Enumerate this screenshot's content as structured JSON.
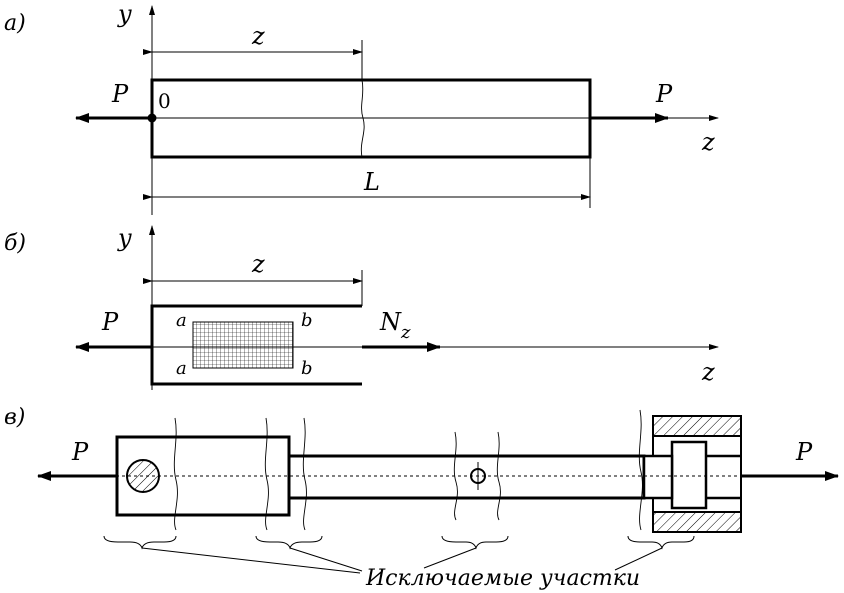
{
  "diagram_a": {
    "tag": "а)",
    "axis_y": "y",
    "axis_z": "z",
    "dim_z": "z",
    "dim_L": "L",
    "force_left": "P",
    "force_right": "P",
    "origin": "0"
  },
  "diagram_b": {
    "tag": "б)",
    "axis_y": "y",
    "axis_z": "z",
    "dim_z": "z",
    "force_left": "P",
    "internal_force": "N",
    "internal_force_sub": "z",
    "label_a_top": "a",
    "label_a_bottom": "a",
    "label_b_top": "b",
    "label_b_bottom": "b"
  },
  "diagram_c": {
    "tag": "в)",
    "force_left": "P",
    "force_right": "P",
    "note": "Исключаемые участки"
  }
}
